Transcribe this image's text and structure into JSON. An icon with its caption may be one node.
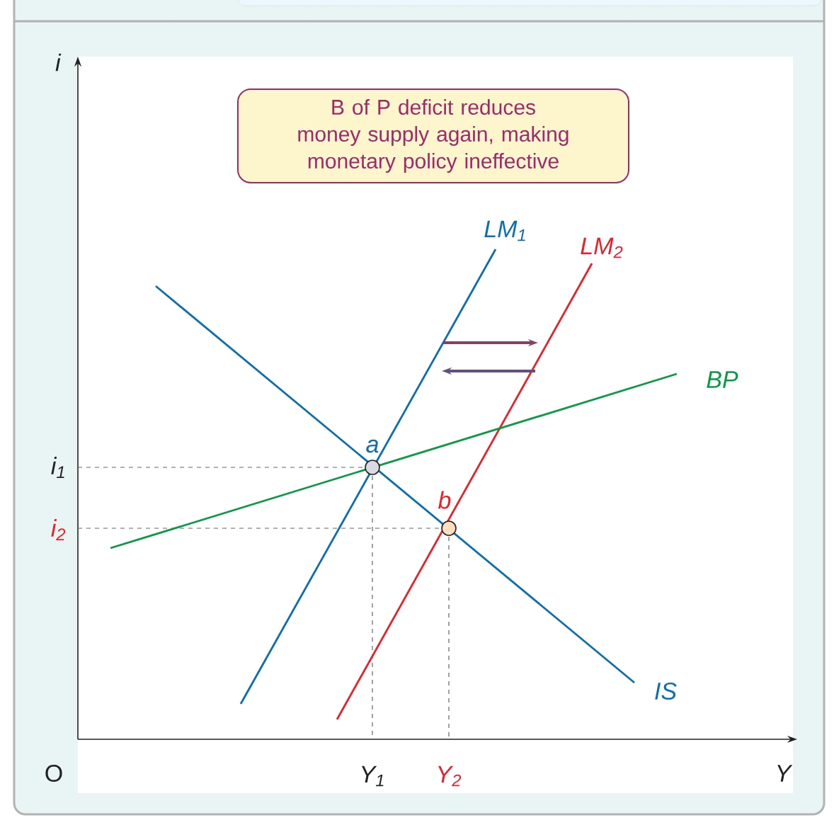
{
  "diagram": {
    "nodes": [
      {
        "text": [
          "B of P deficit reduces money supply again, making monetary policy ineffective"
        ]
      }
    ],
    "edges": [],
    "labels": [
      "i",
      "LM$_{1}$",
      "LM$_{2}$",
      "BP",
      "a",
      "i$_{1}$",
      "b",
      "i$_{2}$",
      "IS",
      "O",
      "Y$_{1}$",
      "Y$_{2}$",
      "Y"
    ]
  }
}
